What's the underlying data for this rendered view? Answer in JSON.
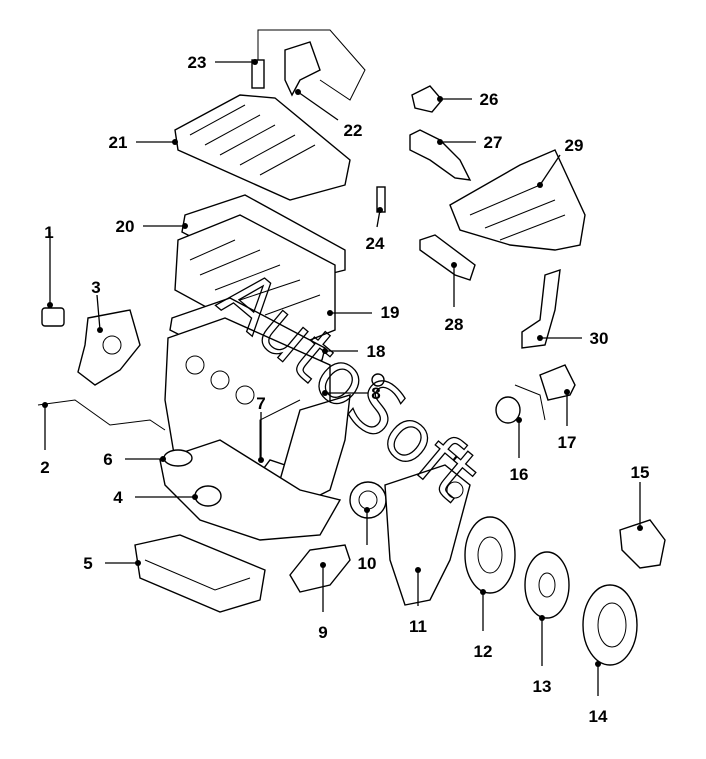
{
  "diagram": {
    "watermark": "AutoSoft",
    "callouts": [
      "1",
      "2",
      "3",
      "4",
      "5",
      "6",
      "7",
      "8",
      "9",
      "10",
      "11",
      "12",
      "13",
      "14",
      "15",
      "16",
      "17",
      "18",
      "19",
      "20",
      "21",
      "22",
      "23",
      "24",
      "26",
      "27",
      "28",
      "29",
      "30"
    ]
  }
}
